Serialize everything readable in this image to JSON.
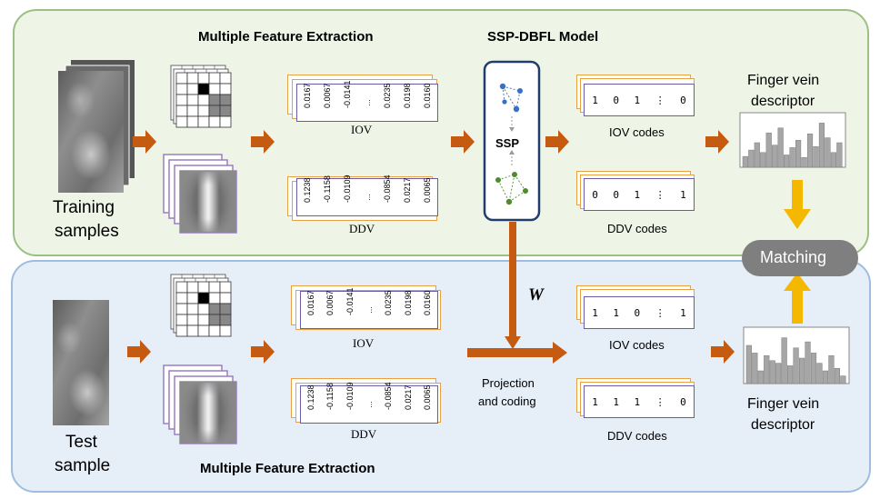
{
  "titles": {
    "top_extraction": "Multiple Feature Extraction",
    "model": "SSP-DBFL Model",
    "bottom_extraction": "Multiple Feature Extraction"
  },
  "samples": {
    "training_line1": "Training",
    "training_line2": "samples",
    "test_line1": "Test",
    "test_line2": "sample"
  },
  "vectors": {
    "iov_label": "IOV",
    "ddv_label": "DDV",
    "iov_values": [
      "0.0167",
      "0.0067",
      "-0.0141",
      "...",
      "0.0235",
      "0.0198",
      "0.0160"
    ],
    "ddv_values": [
      "0.1238",
      "-0.1158",
      "-0.0109",
      "...",
      "-0.0854",
      "0.0217",
      "0.0065"
    ]
  },
  "model": {
    "ssp_label": "SSP",
    "w_label": "W"
  },
  "codes": {
    "train_iov_label": "IOV codes",
    "train_ddv_label": "DDV codes",
    "test_iov_label": "IOV codes",
    "test_ddv_label": "DDV codes",
    "train_iov": [
      "1",
      "0",
      "1",
      "⋮",
      "0"
    ],
    "train_ddv": [
      "0",
      "0",
      "1",
      "⋮",
      "1"
    ],
    "test_iov": [
      "1",
      "1",
      "0",
      "⋮",
      "1"
    ],
    "test_ddv": [
      "1",
      "1",
      "1",
      "⋮",
      "0"
    ]
  },
  "projection": {
    "line1": "Projection",
    "line2": "and coding"
  },
  "descriptor": {
    "top_line1": "Finger vein",
    "top_line2": "descriptor",
    "bottom_line1": "Finger vein",
    "bottom_line2": "descriptor",
    "top_bars": [
      0.22,
      0.35,
      0.5,
      0.3,
      0.7,
      0.45,
      0.8,
      0.25,
      0.4,
      0.55,
      0.2,
      0.68,
      0.42,
      0.9,
      0.6,
      0.3,
      0.5
    ],
    "bottom_bars": [
      0.75,
      0.6,
      0.25,
      0.55,
      0.45,
      0.4,
      0.9,
      0.35,
      0.7,
      0.5,
      0.82,
      0.6,
      0.4,
      0.25,
      0.55,
      0.3,
      0.15
    ]
  },
  "matching": {
    "label": "Matching"
  },
  "colors": {
    "arrow": "#c55a11",
    "yellow_arrow": "#f5b800",
    "train_panel": "#eef4e6",
    "test_panel": "#e6eef8",
    "matching_bg": "#7f7f7f"
  }
}
